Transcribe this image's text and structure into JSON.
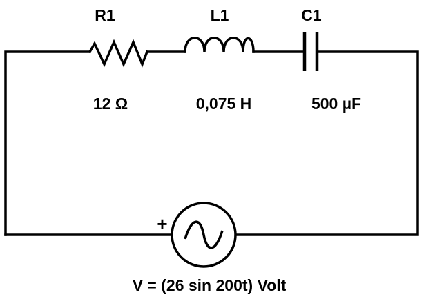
{
  "components": {
    "r1": {
      "name": "R1",
      "value": "12 Ω"
    },
    "l1": {
      "name": "L1",
      "value": "0,075 H"
    },
    "c1": {
      "name": "C1",
      "value": "500 µF"
    }
  },
  "source": {
    "polarity": "+",
    "equation": "V = (26 sin 200t) Volt",
    "icon": "ac-sine-source-icon"
  },
  "colors": {
    "line": "#000000",
    "background": "#ffffff"
  }
}
